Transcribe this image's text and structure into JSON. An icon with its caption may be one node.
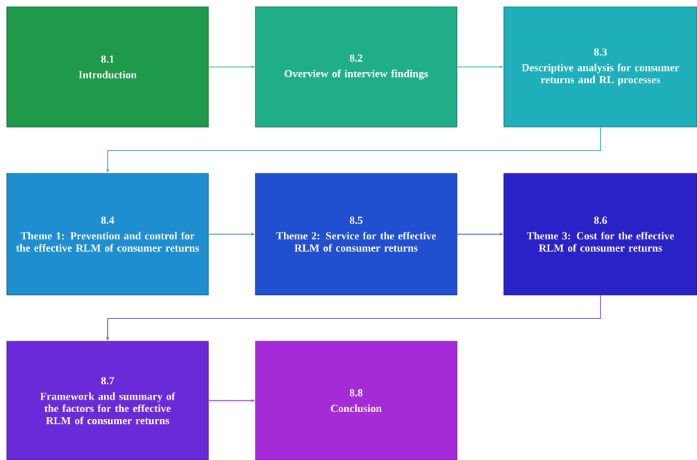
{
  "diagram": {
    "nodes": [
      {
        "text": [
          "8.1",
          "Introduction"
        ]
      },
      {
        "text": [
          "8.2",
          "Overview of interview findings"
        ]
      },
      {
        "text": [
          "8.3",
          "Descriptive analysis for consumer returns and RL processes"
        ]
      },
      {
        "text": [
          "8.4",
          "Theme 1: Prevention and control for the effective RLM of consumer returns"
        ]
      },
      {
        "text": [
          "8.5",
          "Theme 2: Service for the effective RLM of consumer returns"
        ]
      },
      {
        "text": [
          "8.6",
          "Theme 3: Cost for the effective RLM of consumer returns"
        ]
      },
      {
        "text": [
          "8.7",
          "Framework and summary of the factors for the effective RLM of consumer returns"
        ]
      },
      {
        "text": [
          "8.8",
          "Conclusion"
        ]
      }
    ],
    "edges": [
      {
        "from": 0,
        "to": 1,
        "arrow": "to",
        "color": "#4cc08a"
      },
      {
        "from": 1,
        "to": 2,
        "arrow": "to",
        "color": "#3ab8a8"
      },
      {
        "from": 2,
        "to": 3,
        "arrow": "to",
        "color": "#3aa8c0"
      },
      {
        "from": 3,
        "to": 4,
        "arrow": "to",
        "color": "#3a8ad0"
      },
      {
        "from": 4,
        "to": 5,
        "arrow": "to",
        "color": "#4a5ad8"
      },
      {
        "from": 5,
        "to": 6,
        "arrow": "to",
        "color": "#7a50d8"
      },
      {
        "from": 6,
        "to": 7,
        "arrow": "to",
        "color": "#9a50e0"
      }
    ]
  }
}
